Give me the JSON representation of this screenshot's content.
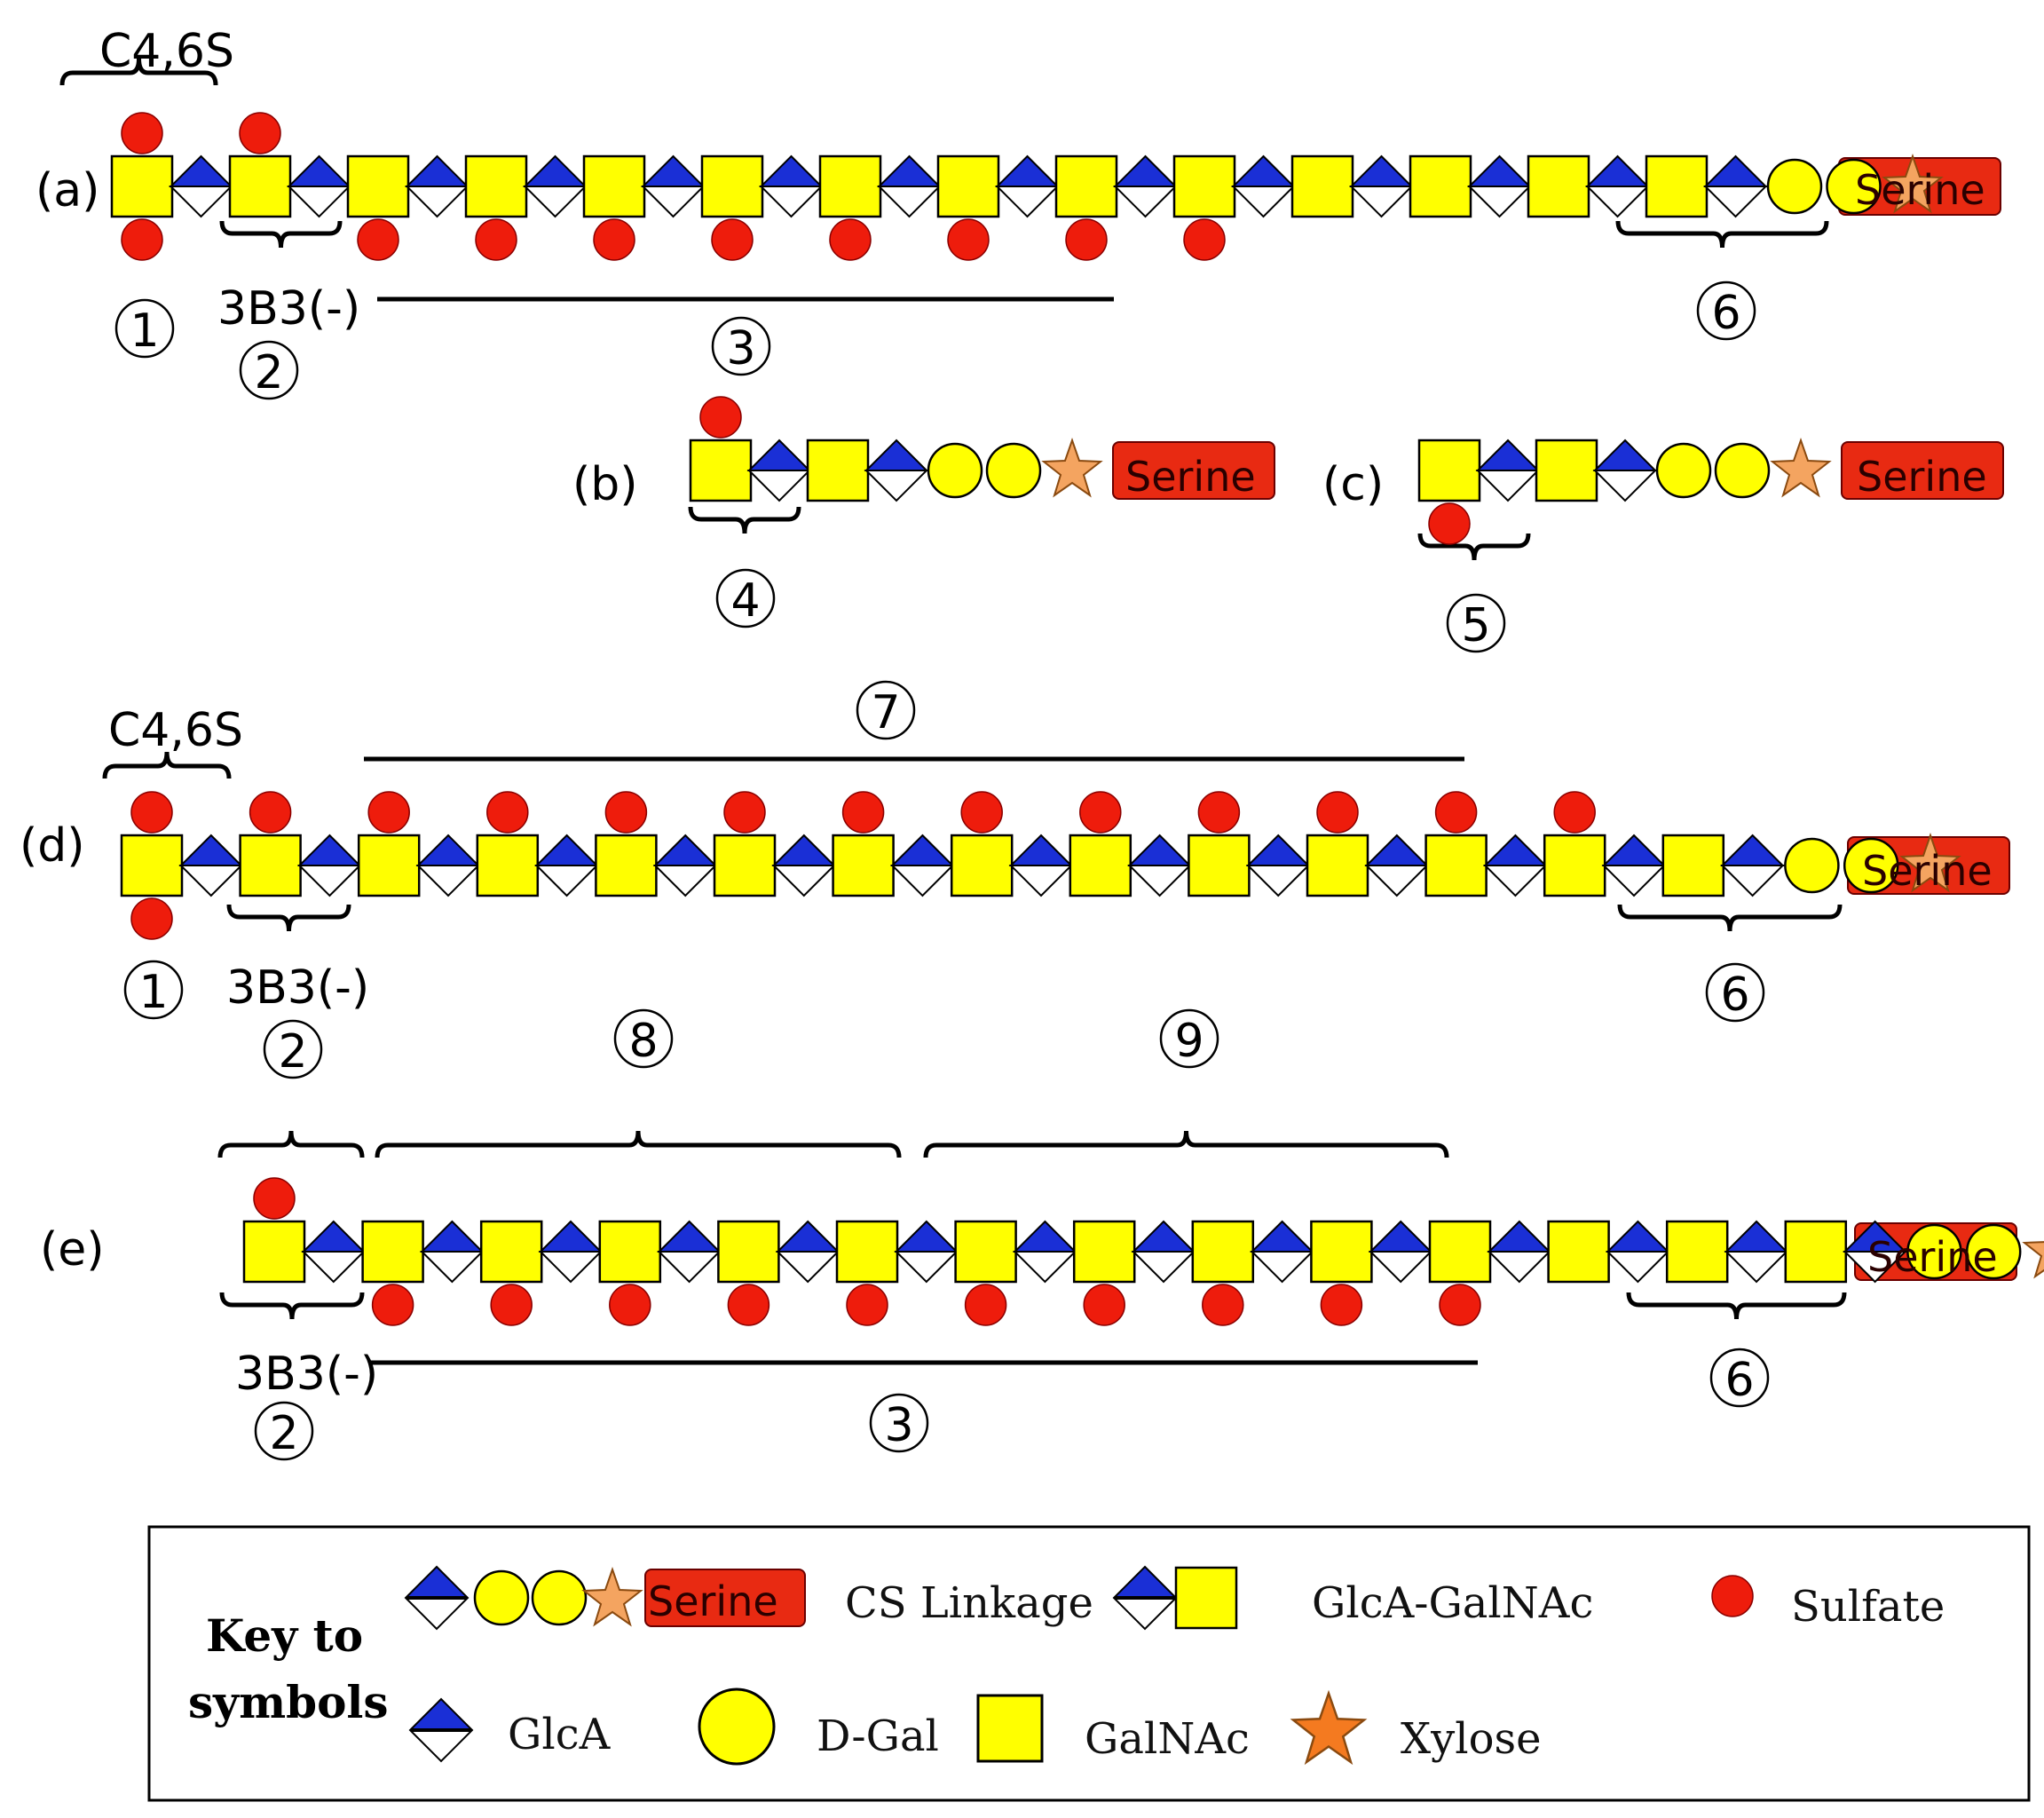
{
  "colors": {
    "galnac": "#ffff00",
    "glca": "#1a2fd6",
    "sulfate": "#ee1c0c",
    "dgal": "#ffff00",
    "xylose": "#f4a460",
    "serine": "#e82a12"
  },
  "rows": {
    "a": {
      "label": "(a)",
      "serine": "Serine"
    },
    "b": {
      "label": "(b)",
      "serine": "Serine"
    },
    "c": {
      "label": "(c)",
      "serine": "Serine"
    },
    "d": {
      "label": "(d)",
      "serine": "Serine"
    },
    "e": {
      "label": "(e)",
      "serine": "Serine"
    }
  },
  "annotations": {
    "c46s": "C4,6S",
    "b3b3": "3B3(-)",
    "n1": "1",
    "n2": "2",
    "n3": "3",
    "n4": "4",
    "n5": "5",
    "n6": "6",
    "n7": "7",
    "n8": "8",
    "n9": "9"
  },
  "key": {
    "title_line1": "Key to",
    "title_line2": "symbols",
    "serine": "Serine",
    "cs_linkage": "CS Linkage",
    "glca_galnac": "GlcA-GalNAc",
    "sulfate": "Sulfate",
    "glca": "GlcA",
    "dgal": "D-Gal",
    "galnac": "GalNAc",
    "xylose": "Xylose"
  },
  "icons": [
    "galnac-square",
    "glca-diamond",
    "sulfate-dot",
    "d-gal-circle",
    "xylose-star",
    "serine-box"
  ]
}
